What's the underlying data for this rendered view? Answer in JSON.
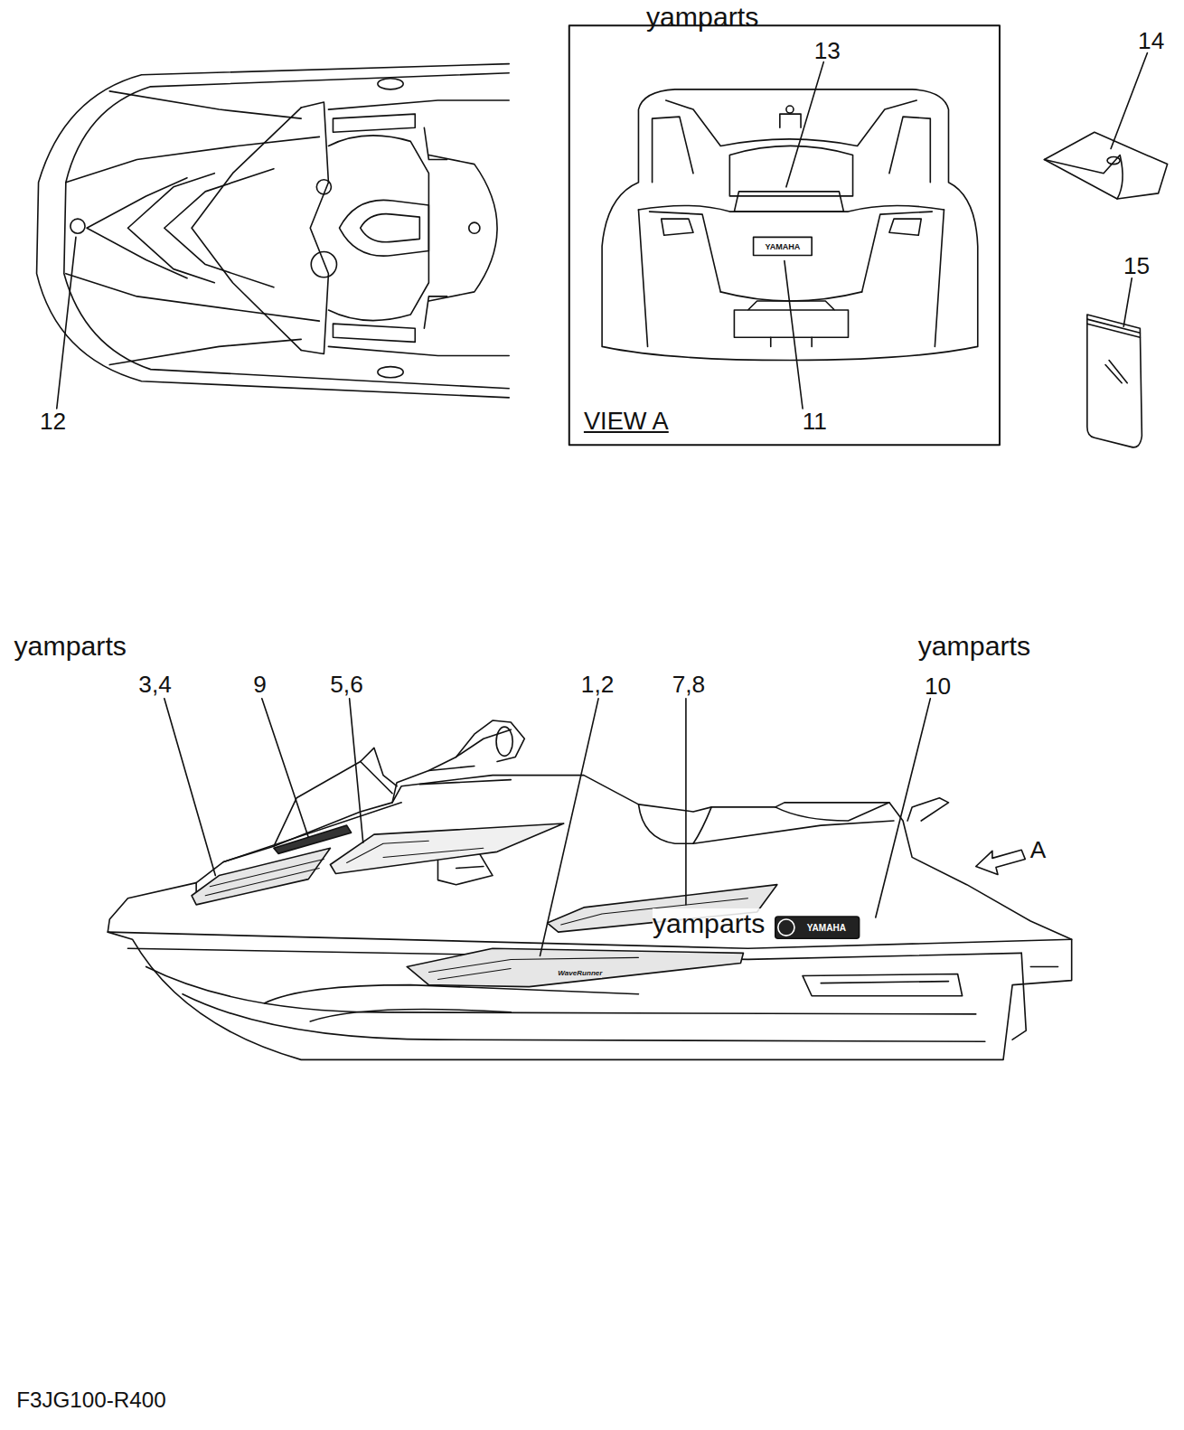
{
  "diagram": {
    "labels": [
      "yamparts",
      "13",
      "14",
      "15",
      "12",
      "11",
      "VIEW A",
      "YAMAHA",
      "yamparts",
      "yamparts",
      "3,4",
      "9",
      "5,6",
      "1,2",
      "7,8",
      "10",
      "A",
      "yamparts",
      "YAMAHA",
      "WaveRunner",
      "F3JG100-R400"
    ]
  }
}
